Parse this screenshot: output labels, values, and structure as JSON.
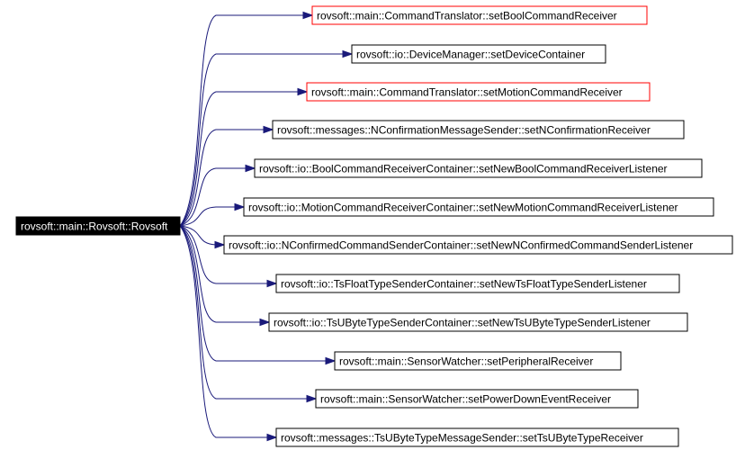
{
  "graph": {
    "root": {
      "label": "rovsoft::main::Rovsoft::Rovsoft"
    },
    "callees": [
      {
        "label": "rovsoft::main::CommandTranslator::setBoolCommandReceiver",
        "highlight": true
      },
      {
        "label": "rovsoft::io::DeviceManager::setDeviceContainer",
        "highlight": false
      },
      {
        "label": "rovsoft::main::CommandTranslator::setMotionCommandReceiver",
        "highlight": true
      },
      {
        "label": "rovsoft::messages::NConfirmationMessageSender::setNConfirmationReceiver",
        "highlight": false
      },
      {
        "label": "rovsoft::io::BoolCommandReceiverContainer::setNewBoolCommandReceiverListener",
        "highlight": false
      },
      {
        "label": "rovsoft::io::MotionCommandReceiverContainer::setNewMotionCommandReceiverListener",
        "highlight": false
      },
      {
        "label": "rovsoft::io::NConfirmedCommandSenderContainer::setNewNConfirmedCommandSenderListener",
        "highlight": false
      },
      {
        "label": "rovsoft::io::TsFloatTypeSenderContainer::setNewTsFloatTypeSenderListener",
        "highlight": false
      },
      {
        "label": "rovsoft::io::TsUByteTypeSenderContainer::setNewTsUByteTypeSenderListener",
        "highlight": false
      },
      {
        "label": "rovsoft::main::SensorWatcher::setPeripheralReceiver",
        "highlight": false
      },
      {
        "label": "rovsoft::main::SensorWatcher::setPowerDownEventReceiver",
        "highlight": false
      },
      {
        "label": "rovsoft::messages::TsUByteTypeMessageSender::setTsUByteTypeReceiver",
        "highlight": false
      }
    ],
    "colors": {
      "edge": "#1a1a7a",
      "highlight_border": "#ff0000",
      "root_fill": "#000000",
      "root_text": "#ffffff"
    }
  }
}
